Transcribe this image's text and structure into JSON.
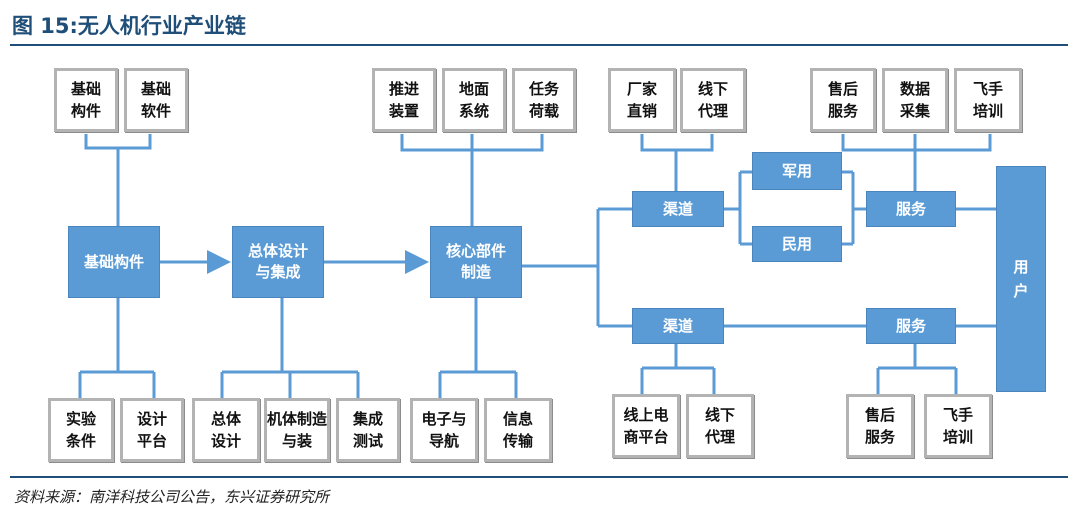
{
  "title": "图 15:无人机行业产业链",
  "source": "资料来源：南洋科技公司公告，东兴证券研究所",
  "colors": {
    "accent": "#1f4e79",
    "node_blue": "#5b9bd5",
    "line_blue": "#5b9bd5",
    "leaf_border": "#b3b3b3"
  },
  "nodes": {
    "basic_parts": "基础构件",
    "overall_design": "总体设计与集成",
    "core_parts": "核心部件制造",
    "channel_upper": "渠道",
    "channel_lower": "渠道",
    "military": "军用",
    "civil": "民用",
    "service_upper": "服务",
    "service_lower": "服务",
    "user": "用户"
  },
  "leaves": {
    "basic_component": "基础构件",
    "basic_software": "基础软件",
    "propulsion": "推进装置",
    "ground_system": "地面系统",
    "payload": "任务荷载",
    "direct_sales": "厂家直销",
    "offline_agent_upper": "线下代理",
    "after_sales_upper": "售后服务",
    "data_collection": "数据采集",
    "pilot_training_upper": "飞手培训",
    "lab_conditions": "实验条件",
    "design_platform": "设计平台",
    "overall_design_leaf": "总体设计",
    "airframe_assembly": "机体制造与装",
    "integration_test": "集成测试",
    "electronics_navigation": "电子与导航",
    "info_transmission": "信息传输",
    "online_platform": "线上电商平台",
    "offline_agent_lower": "线下代理",
    "after_sales_lower": "售后服务",
    "pilot_training_lower": "飞手培训"
  }
}
